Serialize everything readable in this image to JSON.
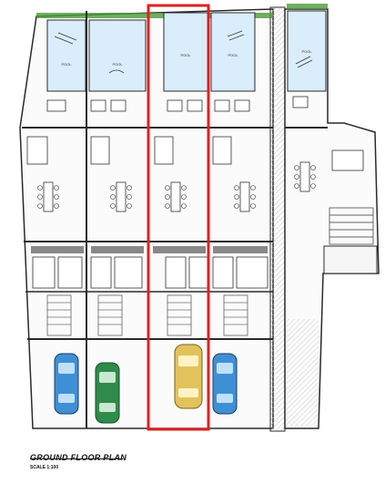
{
  "drawing": {
    "title": "GROUND FLOOR PLAN",
    "scale": "SCALE 1:100"
  },
  "pools": [
    {
      "label": "POOL"
    },
    {
      "label": "POOL"
    },
    {
      "label": "POOL"
    },
    {
      "label": "POOL"
    },
    {
      "label": "POOL"
    }
  ],
  "cars": [
    {
      "color": "#3f8fd6",
      "name": "car-blue-left"
    },
    {
      "color": "#2e8b4a",
      "name": "car-green"
    },
    {
      "color": "#e2c25a",
      "name": "car-yellow"
    },
    {
      "color": "#3f8fd6",
      "name": "car-blue-right"
    }
  ],
  "colors": {
    "highlight": "#e02020",
    "pool_water": "#d9eefa",
    "wall": "#2a2a2a",
    "hedge": "#4c9a3a",
    "paving": "#eeeeee"
  }
}
